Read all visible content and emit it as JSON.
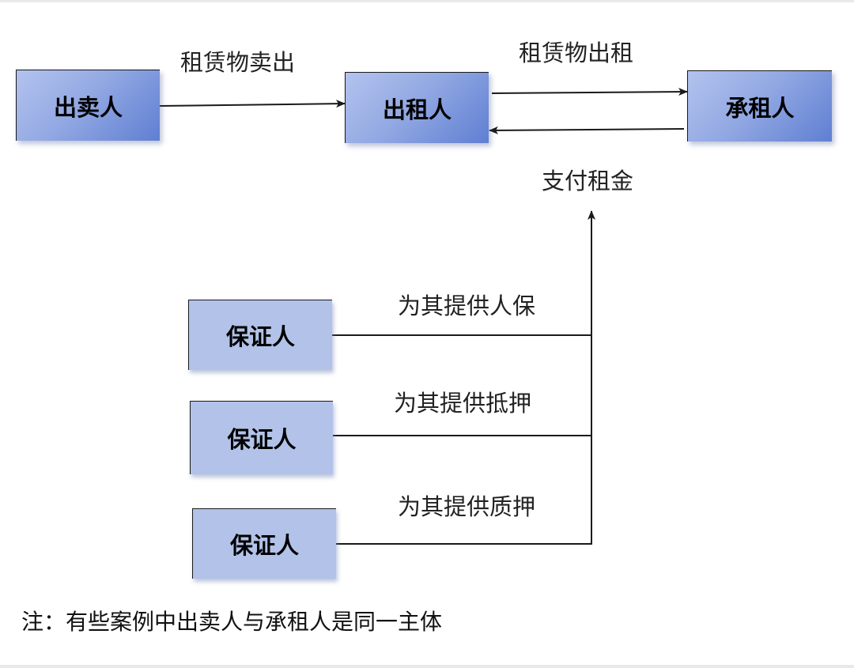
{
  "nodes": {
    "seller": "出卖人",
    "lessor": "出租人",
    "lessee": "承租人",
    "guarantor_1": "保证人",
    "guarantor_2": "保证人",
    "guarantor_3": "保证人"
  },
  "edges": {
    "sale": "租赁物卖出",
    "lease": "租赁物出租",
    "rent": "支付租金",
    "guarantee": "为其提供人保",
    "mortgage": "为其提供抵押",
    "pledge": "为其提供质押"
  },
  "note": "注：有些案例中出卖人与承租人是同一主体",
  "colors": {
    "box_gradient_light": "#b3c3ee",
    "box_gradient_dark": "#5f7fd2",
    "guarantor_fill": "#b2c2e8",
    "line": "#1a1a1a"
  }
}
